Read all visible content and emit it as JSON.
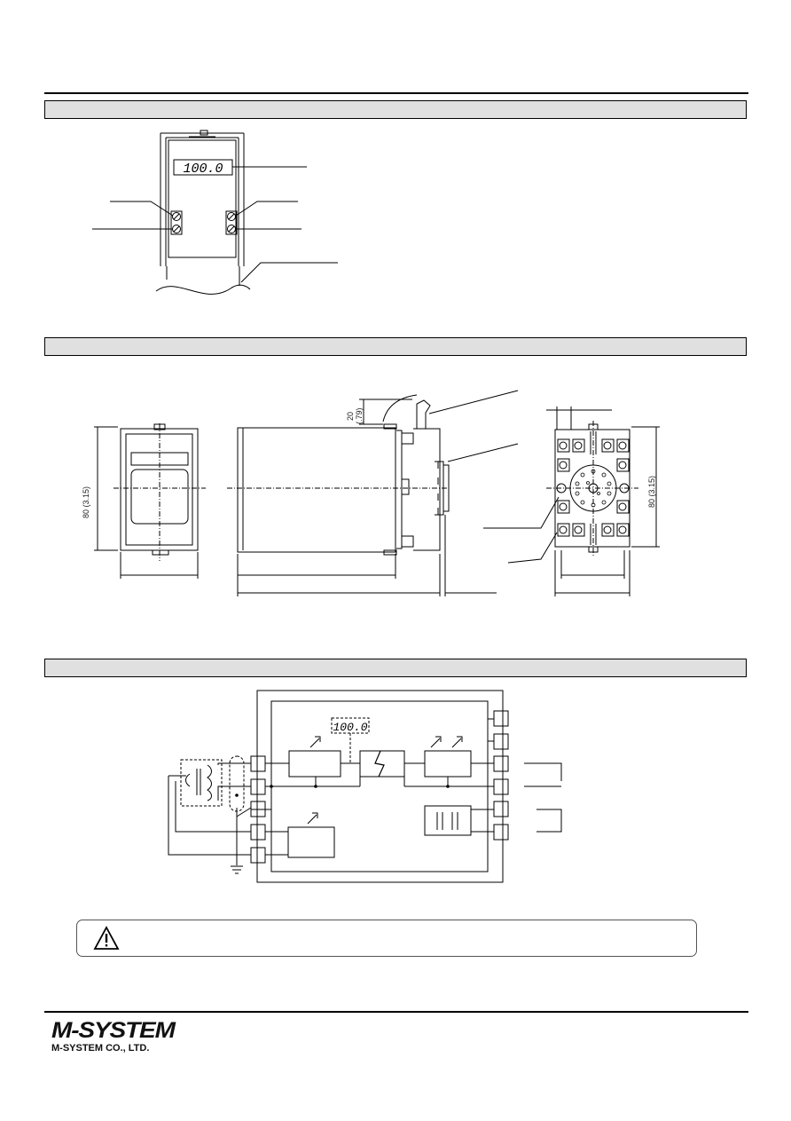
{
  "front_panel": {
    "display_value": "100.0"
  },
  "dimensions": {
    "height_label": "80 (3.15)",
    "clearance_label_mm": "20",
    "clearance_label_in": "(.79)",
    "base_height_label": "80 (3.15)"
  },
  "block_diagram": {
    "display_value": "100.0"
  },
  "footer": {
    "logo": "M-SYSTEM",
    "company": "M-SYSTEM CO., LTD."
  }
}
